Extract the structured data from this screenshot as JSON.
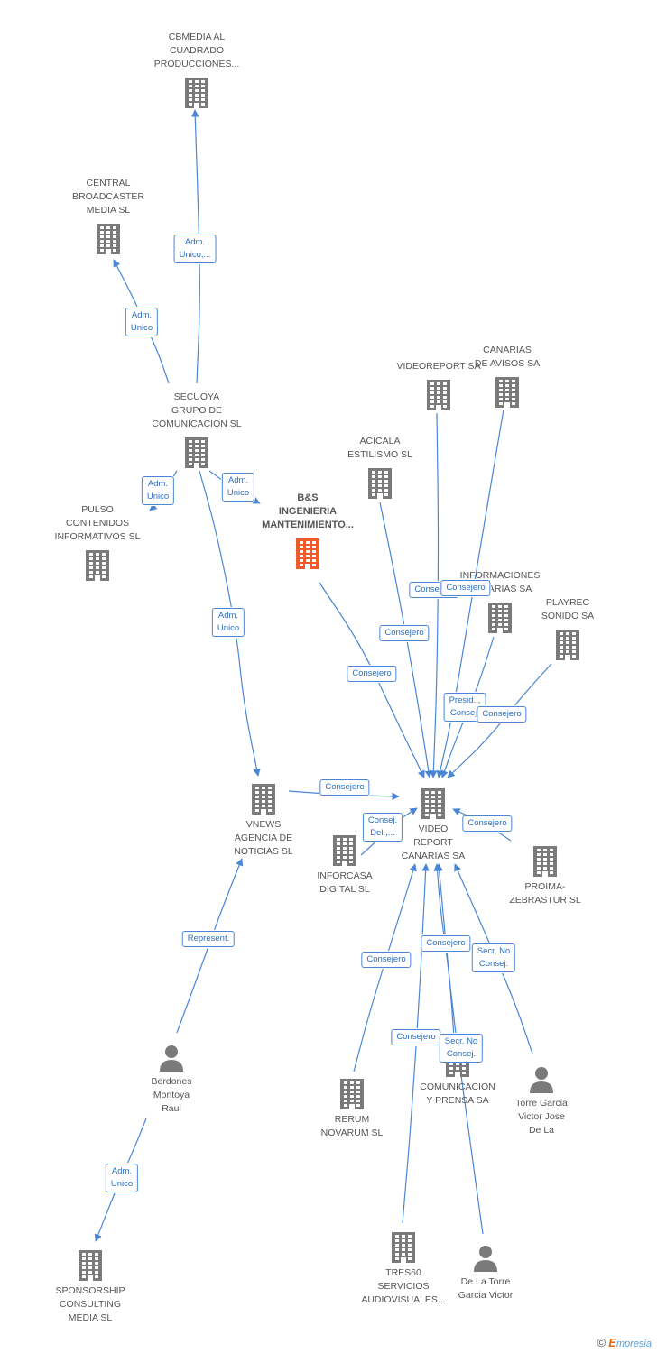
{
  "nodes": [
    {
      "id": "cbmedia",
      "label": "CBMEDIA AL\nCUADRADO\nPRODUCCIONES...",
      "type": "company"
    },
    {
      "id": "central",
      "label": "CENTRAL\nBROADCASTER\nMEDIA SL",
      "type": "company"
    },
    {
      "id": "secuoya",
      "label": "SECUOYA\nGRUPO DE\nCOMUNICACION SL",
      "type": "company"
    },
    {
      "id": "pulso",
      "label": "PULSO\nCONTENIDOS\nINFORMATIVOS SL",
      "type": "company"
    },
    {
      "id": "bs",
      "label": "B&S\nINGENIERIA\nMANTENIMIENTO...",
      "type": "focus"
    },
    {
      "id": "videoreport",
      "label": "VIDEOREPORT SA",
      "type": "company"
    },
    {
      "id": "canarias_avisos",
      "label": "CANARIAS\nDE AVISOS SA",
      "type": "company"
    },
    {
      "id": "acicala",
      "label": "ACICALA\nESTILISMO SL",
      "type": "company"
    },
    {
      "id": "informaciones",
      "label": "INFORMACIONES\nCANARIAS SA",
      "type": "company"
    },
    {
      "id": "playrec",
      "label": "PLAYREC\nSONIDO SA",
      "type": "company"
    },
    {
      "id": "vnews",
      "label": "VNEWS\nAGENCIA DE\nNOTICIAS SL",
      "type": "company"
    },
    {
      "id": "vrcanarias",
      "label": "VIDEO\nREPORT\nCANARIAS SA",
      "type": "company"
    },
    {
      "id": "inforcasa",
      "label": "INFORCASA\nDIGITAL  SL",
      "type": "company"
    },
    {
      "id": "proima",
      "label": "PROIMA-\nZEBRASTUR SL",
      "type": "company"
    },
    {
      "id": "berdones",
      "label": "Berdones\nMontoya\nRaul",
      "type": "person"
    },
    {
      "id": "rerum",
      "label": "RERUM\nNOVARUM  SL",
      "type": "company"
    },
    {
      "id": "comunicacion",
      "label": "COMUNICACION\nY PRENSA SA",
      "type": "company"
    },
    {
      "id": "torre",
      "label": "Torre Garcia\nVictor Jose\nDe La",
      "type": "person"
    },
    {
      "id": "sponsorship",
      "label": "SPONSORSHIP\nCONSULTING\nMEDIA SL",
      "type": "company"
    },
    {
      "id": "tres60",
      "label": "TRES60\nSERVICIOS\nAUDIOVISUALES...",
      "type": "company"
    },
    {
      "id": "delatorre",
      "label": "De La Torre\nGarcia Victor",
      "type": "person"
    }
  ],
  "edges": [
    {
      "from": "secuoya",
      "to": "cbmedia",
      "label": "Adm.\nUnico,..."
    },
    {
      "from": "secuoya",
      "to": "central",
      "label": "Adm.\nUnico"
    },
    {
      "from": "secuoya",
      "to": "pulso",
      "label": "Adm.\nUnico"
    },
    {
      "from": "secuoya",
      "to": "bs",
      "label": "Adm.\nUnico"
    },
    {
      "from": "secuoya",
      "to": "vnews",
      "label": "Adm.\nUnico"
    },
    {
      "from": "bs",
      "to": "vrcanarias",
      "label": "Consejero"
    },
    {
      "from": "acicala",
      "to": "vrcanarias",
      "label": "Consejero"
    },
    {
      "from": "videoreport",
      "to": "vrcanarias",
      "label": "Consejero"
    },
    {
      "from": "canarias_avisos",
      "to": "vrcanarias",
      "label": "Consejero"
    },
    {
      "from": "informaciones",
      "to": "vrcanarias",
      "label": "Presid. ,\nConsej."
    },
    {
      "from": "playrec",
      "to": "vrcanarias",
      "label": "Consejero"
    },
    {
      "from": "vnews",
      "to": "vrcanarias",
      "label": "Consejero"
    },
    {
      "from": "inforcasa",
      "to": "vrcanarias",
      "label": "Consej.\nDel.,..."
    },
    {
      "from": "proima",
      "to": "vrcanarias",
      "label": "Consejero"
    },
    {
      "from": "rerum",
      "to": "vrcanarias",
      "label": "Consejero"
    },
    {
      "from": "comunicacion",
      "to": "vrcanarias",
      "label": "Consejero"
    },
    {
      "from": "torre",
      "to": "vrcanarias",
      "label": "Secr.  No\nConsej."
    },
    {
      "from": "tres60",
      "to": "vrcanarias",
      "label": "Consejero"
    },
    {
      "from": "delatorre",
      "to": "vrcanarias",
      "label": "Secr.  No\nConsej."
    },
    {
      "from": "berdones",
      "to": "vnews",
      "label": "Represent."
    },
    {
      "from": "berdones",
      "to": "sponsorship",
      "label": "Adm.\nUnico"
    }
  ],
  "colors": {
    "company": "#7a7a7a",
    "focus": "#ef5a2a",
    "person": "#7a7a7a",
    "edge": "#4a86d4"
  },
  "icons": {
    "company": "building-icon",
    "person": "person-icon"
  },
  "brand": {
    "copyright": "©",
    "e": "E",
    "rest": "mpresia"
  }
}
